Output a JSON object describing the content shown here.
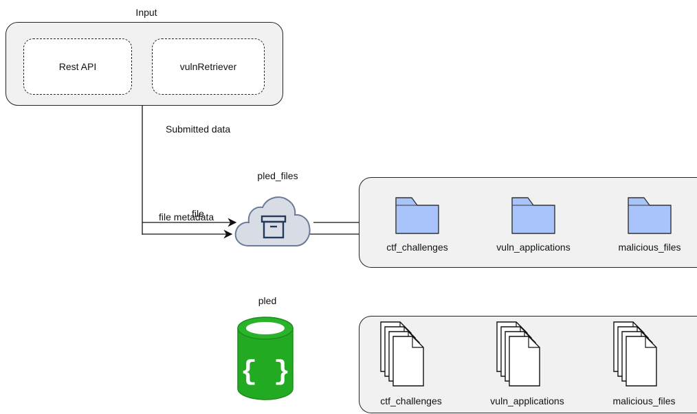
{
  "title": "Input",
  "input": {
    "rest_api": "Rest API",
    "vuln_retriever": "vulnRetriever"
  },
  "edges": {
    "submitted": "Submitted data",
    "file": "file",
    "metadata": "file metadata"
  },
  "storage": {
    "files_name": "pled_files",
    "db_name": "pled"
  },
  "folders": [
    "ctf_challenges",
    "vuln_applications",
    "malicious_files"
  ],
  "documents": [
    "ctf_challenges",
    "vuln_applications",
    "malicious_files"
  ],
  "colors": {
    "folder": "#a9c4fb",
    "cloud": "#d7dce5",
    "cloud_stroke": "#6b7a99",
    "db": "#22aa22",
    "group_bg": "#f1f1f1"
  },
  "icons": {
    "cloud": "cloud-archive-icon",
    "db": "json-database-icon",
    "folder": "folder-icon",
    "doc": "document-stack-icon"
  }
}
